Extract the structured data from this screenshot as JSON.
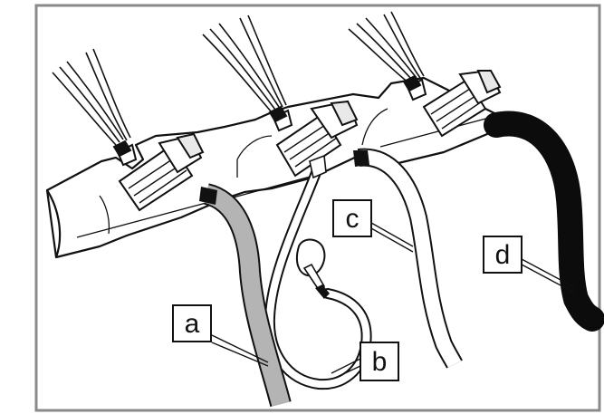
{
  "callouts": [
    {
      "id": "a",
      "label": "a"
    },
    {
      "id": "b",
      "label": "b"
    },
    {
      "id": "c",
      "label": "c"
    },
    {
      "id": "d",
      "label": "d"
    }
  ],
  "colors": {
    "frame": "#8a8a8a",
    "line": "#111111",
    "hose_a": "#b4b4b4",
    "hose_b": "#ffffff",
    "hose_c": "#ffffff",
    "hose_d": "#0c0c0c"
  }
}
